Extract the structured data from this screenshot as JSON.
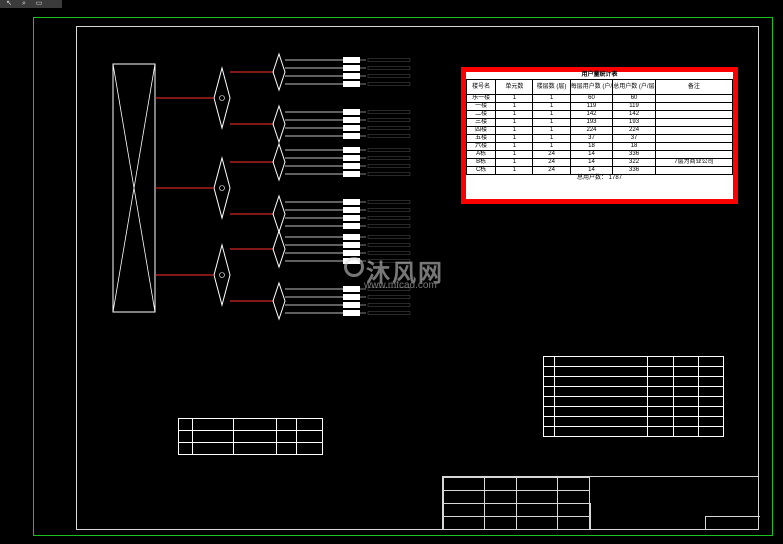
{
  "toolbar": {
    "icons": [
      "arrow-icon",
      "zoom-icon",
      "pan-icon"
    ]
  },
  "colors": {
    "frame_green": "#19c21f",
    "highlight_red": "#ff0000",
    "cad_red": "#ff3030",
    "line_white": "#ffffff"
  },
  "household_table": {
    "title": "用户量统计表",
    "headers": [
      "楼号名",
      "单元数",
      "楼层数\n(层)",
      "每层用户数\n(户/层)",
      "总用户数\n(户/层)",
      "备注"
    ],
    "rows": [
      [
        "乐一楼",
        "1",
        "1",
        "60",
        "60",
        ""
      ],
      [
        "一楼",
        "1",
        "1",
        "119",
        "119",
        ""
      ],
      [
        "二楼",
        "1",
        "1",
        "142",
        "142",
        ""
      ],
      [
        "三楼",
        "1",
        "1",
        "193",
        "193",
        ""
      ],
      [
        "四楼",
        "1",
        "1",
        "224",
        "224",
        ""
      ],
      [
        "五楼",
        "1",
        "1",
        "37",
        "37",
        ""
      ],
      [
        "六楼",
        "1",
        "1",
        "18",
        "18",
        ""
      ],
      [
        "A栋",
        "1",
        "24",
        "14",
        "336",
        ""
      ],
      [
        "B栋",
        "1",
        "24",
        "14",
        "322",
        "7层为商业公司"
      ],
      [
        "C栋",
        "1",
        "24",
        "14",
        "336",
        ""
      ]
    ],
    "total_label": "总用户数：",
    "total_value": "1787"
  },
  "watermark": {
    "main": "沐风网",
    "sub": "www.mfcad.com"
  }
}
